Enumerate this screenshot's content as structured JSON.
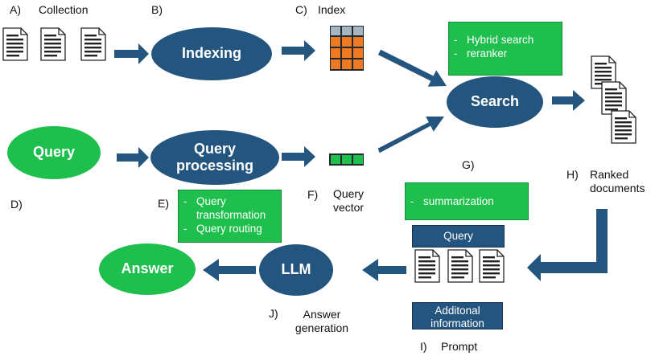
{
  "step_markers": {
    "a": "A)",
    "b": "B)",
    "c": "C)",
    "d": "D)",
    "e": "E)",
    "f": "F)",
    "g": "G)",
    "h": "H)",
    "i": "I)",
    "j": "J)"
  },
  "labels": {
    "collection": "Collection",
    "index": "Index",
    "query_vector": "Query\nvector",
    "ranked_documents": "Ranked\ndocuments",
    "answer_generation": "Answer\ngeneration",
    "prompt": "Prompt"
  },
  "nodes": {
    "indexing": "Indexing",
    "search": "Search",
    "query": "Query",
    "query_processing": "Query\nprocessing",
    "llm": "LLM",
    "answer": "Answer"
  },
  "boxes": {
    "search_options": [
      "Hybrid search",
      "reranker"
    ],
    "query_processing_options": [
      "Query\ntransformation",
      "Query routing"
    ],
    "summarization": [
      "summarization"
    ]
  },
  "prompt_parts": {
    "query": "Query",
    "additional_information": "Additonal\ninformation"
  },
  "colors": {
    "node_blue": "#24557e",
    "node_green": "#1fbf4e",
    "arrow": "#24557e",
    "index_top": "#a6b5c0",
    "index_cells": "#f07a21",
    "vector_cells": "#1fbf4e"
  }
}
